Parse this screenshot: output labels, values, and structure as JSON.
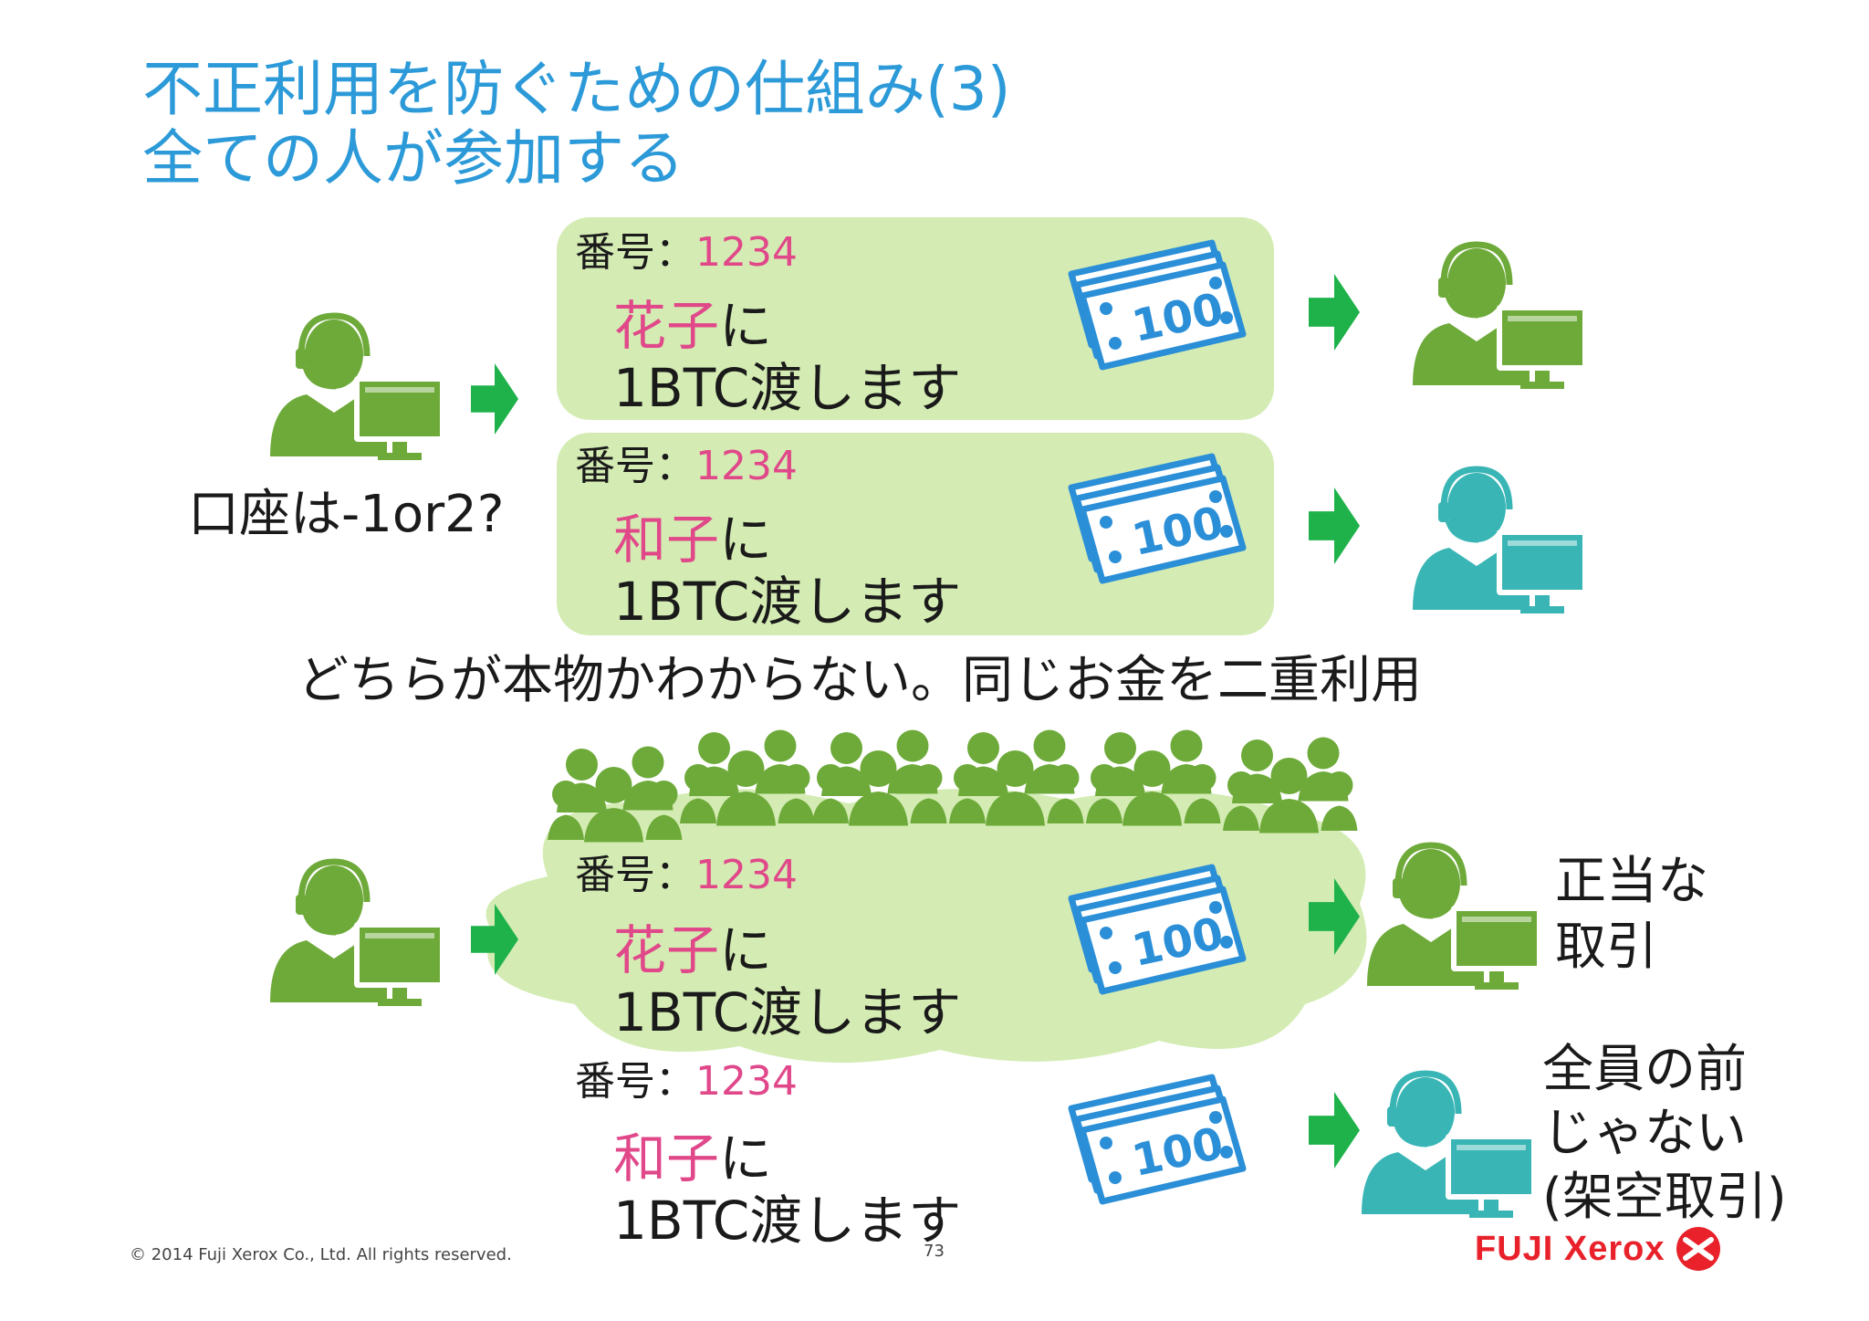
{
  "title": {
    "line1": "不正利用を防ぐための仕組み(3)",
    "line2": "全ての人が参加する"
  },
  "transactions": [
    {
      "number_label": "番号：",
      "number": "1234",
      "recipient": "花子",
      "particle": "に",
      "amount_text": "1BTC渡します"
    },
    {
      "number_label": "番号：",
      "number": "1234",
      "recipient": "和子",
      "particle": "に",
      "amount_text": "1BTC渡します"
    },
    {
      "number_label": "番号：",
      "number": "1234",
      "recipient": "花子",
      "particle": "に",
      "amount_text": "1BTC渡します"
    },
    {
      "number_label": "番号：",
      "number": "1234",
      "recipient": "和子",
      "particle": "に",
      "amount_text": "1BTC渡します"
    }
  ],
  "banknote_value": "100",
  "account_question": "口座は-1or2?",
  "problem_statement": "どちらが本物かわからない。同じお金を二重利用",
  "legit_label": {
    "line1": "正当な",
    "line2": "取引"
  },
  "fake_label": {
    "line1": "全員の前",
    "line2": "じゃない",
    "line3": "(架空取引)"
  },
  "footer": {
    "copyright": "© 2014 Fuji Xerox Co., Ltd. All rights reserved.",
    "page_number": "73",
    "logo_text": "FUJI Xerox"
  },
  "colors": {
    "title": "#2c9ad8",
    "highlight": "#e0488a",
    "panel": "#d4ecb3",
    "person_green": "#6eaa3a",
    "person_teal": "#3ab5b5",
    "arrow": "#1fb24a",
    "banknote": "#2b8fd8",
    "logo_red": "#e8212a"
  }
}
